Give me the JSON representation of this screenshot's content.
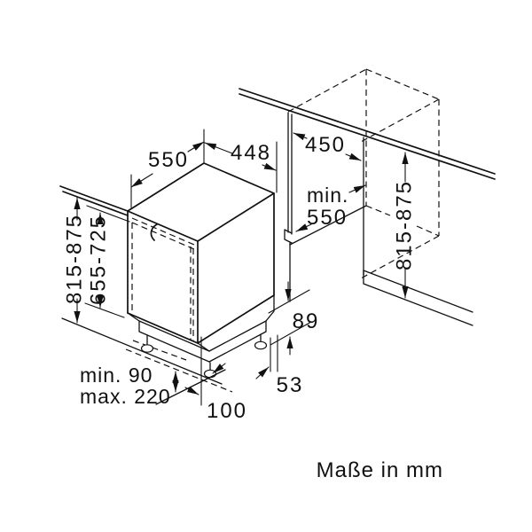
{
  "meta": {
    "units_note": "Maße in mm"
  },
  "appliance": {
    "depth": "550",
    "width": "448",
    "height": "815-875",
    "door_panel_height": "655-725",
    "base_height": "89",
    "base_back_offset": "53",
    "foot_front_offset": "100",
    "plinth_clearance_min": "min. 90",
    "plinth_clearance_max": "max. 220"
  },
  "niche": {
    "width": "450",
    "depth_prefix": "min.",
    "depth_value": "550",
    "height": "815-875"
  }
}
